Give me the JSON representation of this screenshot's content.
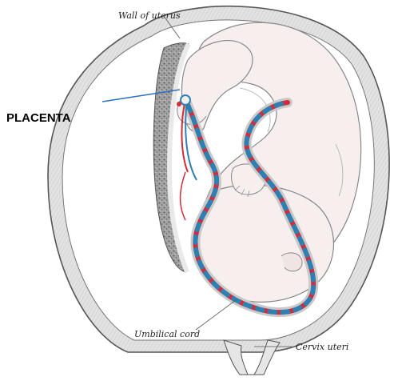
{
  "labels": {
    "placenta": "PLACENTA",
    "wall_of_uterus": "Wall of uterus",
    "umbilical_cord": "Umbilical cord",
    "cervix_uteri": "Cervix uteri"
  },
  "colors": {
    "background": "#ffffff",
    "uterus_wall": "#d9d9d9",
    "fetus_skin": "#f6eeee",
    "placenta_tissue": "#8c8c8c",
    "artery_red": "#d42a3a",
    "vein_blue": "#2f7fb0",
    "leader_line_blue": "#2e6fc4",
    "outline": "#444444"
  },
  "icons": {
    "placenta": "placenta-tissue",
    "fetus": "fetus-figure",
    "cord": "umbilical-cord"
  }
}
